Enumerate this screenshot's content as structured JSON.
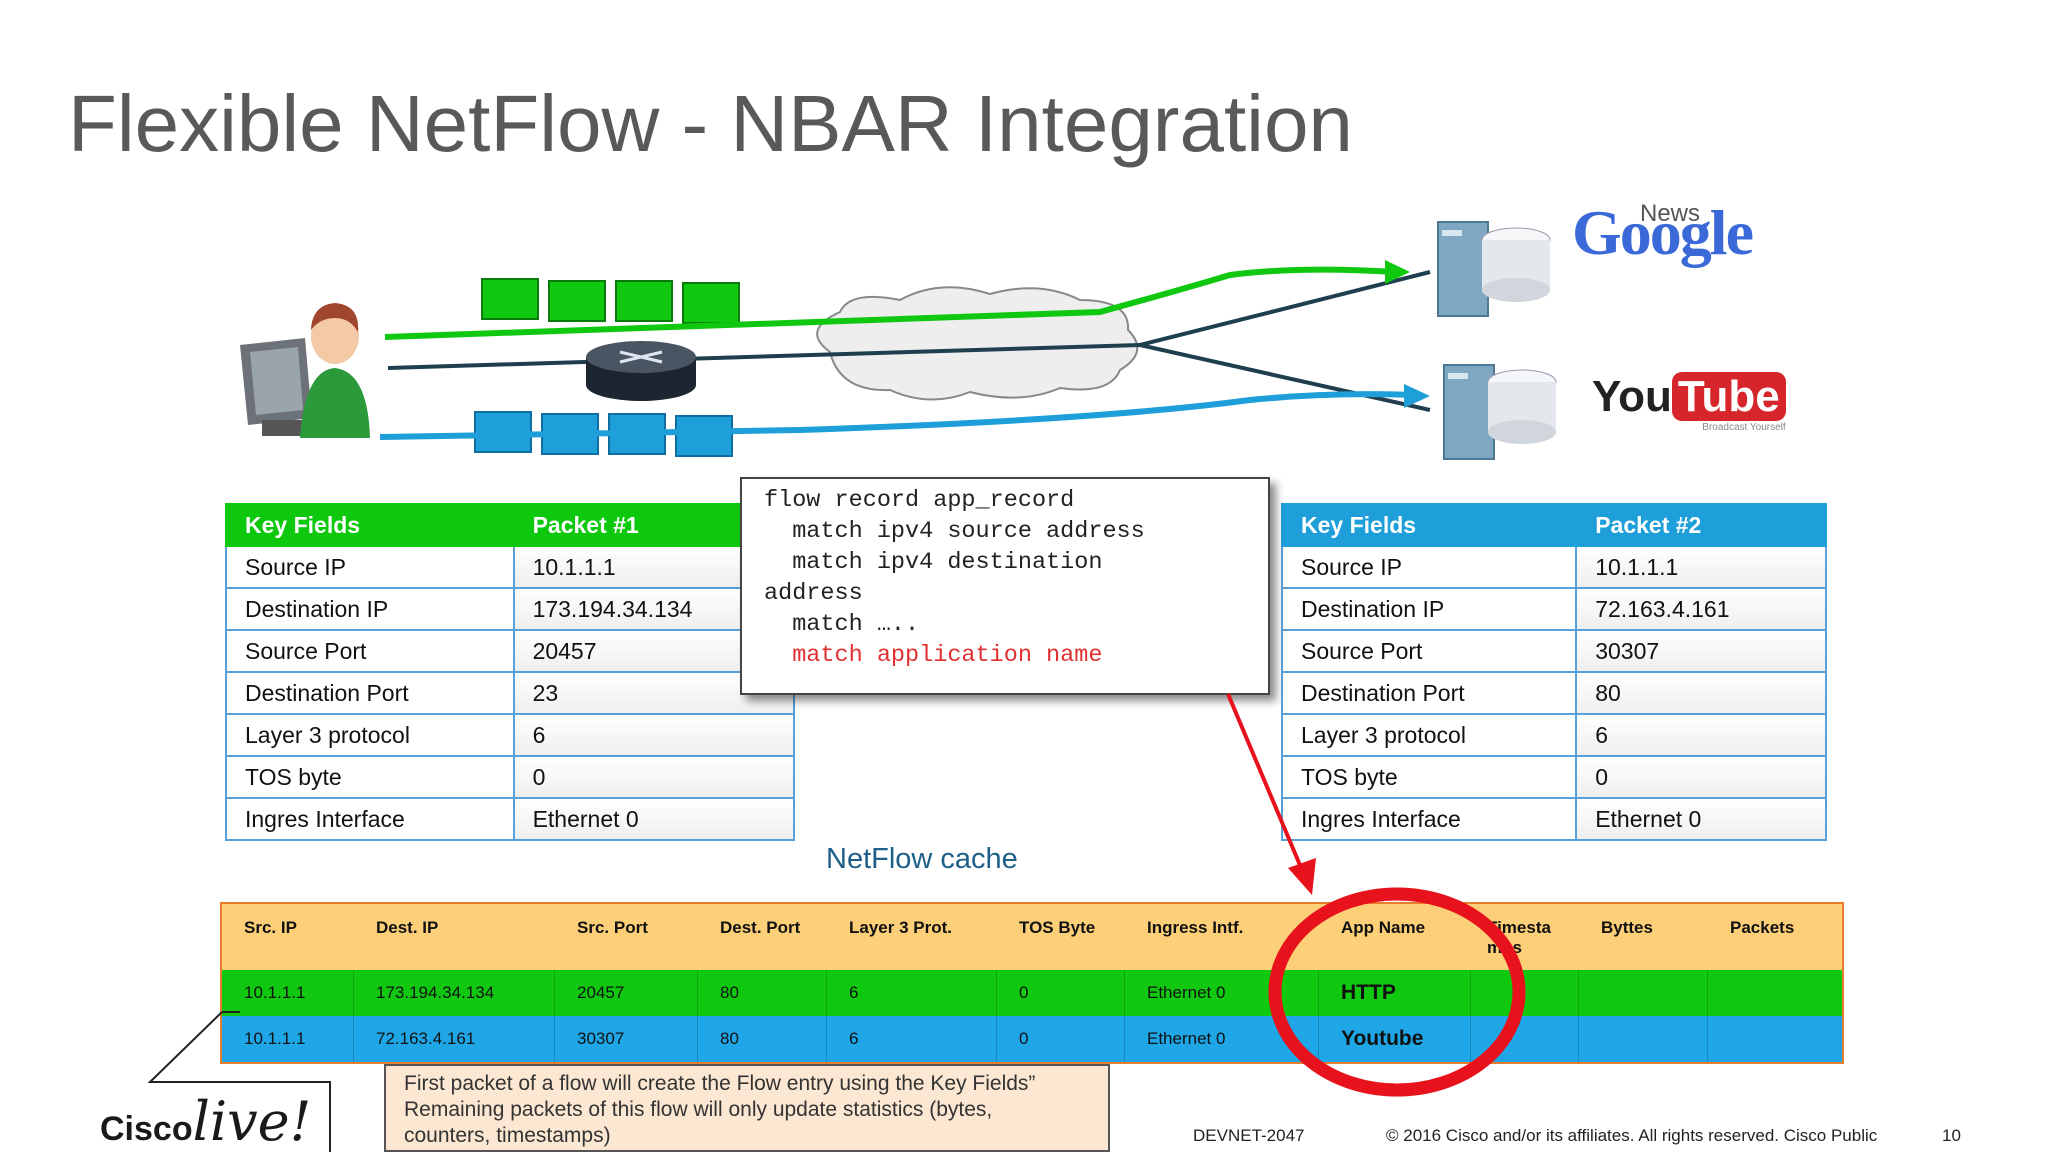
{
  "slide": {
    "title": "Flexible NetFlow - NBAR Integration",
    "cache_label": "NetFlow cache"
  },
  "logos": {
    "google_news_small": "News",
    "google": "Google",
    "youtube_you": "You",
    "youtube_tube": "Tube",
    "youtube_tagline": "Broadcast Yourself"
  },
  "key_table_1": {
    "header": [
      "Key Fields",
      "Packet #1"
    ],
    "rows": [
      [
        "Source IP",
        "10.1.1.1"
      ],
      [
        "Destination IP",
        "173.194.34.134"
      ],
      [
        "Source Port",
        "20457"
      ],
      [
        "Destination Port",
        "23"
      ],
      [
        "Layer 3 protocol",
        "6"
      ],
      [
        "TOS byte",
        "0"
      ],
      [
        "Ingres Interface",
        "Ethernet 0"
      ]
    ]
  },
  "key_table_2": {
    "header": [
      "Key Fields",
      "Packet #2"
    ],
    "rows": [
      [
        "Source IP",
        "10.1.1.1"
      ],
      [
        "Destination IP",
        "72.163.4.161"
      ],
      [
        "Source Port",
        "30307"
      ],
      [
        "Destination Port",
        "80"
      ],
      [
        "Layer 3 protocol",
        "6"
      ],
      [
        "TOS byte",
        "0"
      ],
      [
        "Ingres Interface",
        "Ethernet 0"
      ]
    ]
  },
  "code": {
    "lines": [
      "flow record app_record",
      "  match ipv4 source address",
      "  match ipv4 destination",
      "address",
      "  match …..",
      "  match application name"
    ]
  },
  "cache": {
    "headers": [
      "Src. IP",
      "Dest. IP",
      "Src. Port",
      "Dest. Port",
      "Layer 3 Prot.",
      "TOS Byte",
      "Ingress Intf.",
      "App Name",
      "Timestamps",
      "Byttes",
      "Packets"
    ],
    "rows": [
      [
        "10.1.1.1",
        "173.194.34.134",
        "20457",
        "80",
        "6",
        "0",
        "Ethernet 0",
        "HTTP",
        "",
        "",
        ""
      ],
      [
        "10.1.1.1",
        "72.163.4.161",
        "30307",
        "80",
        "6",
        "0",
        "Ethernet 0",
        "Youtube",
        "",
        "",
        ""
      ]
    ]
  },
  "note": {
    "line1": "First packet of a flow will create the Flow entry using the Key Fields”",
    "line2": "Remaining packets of this flow will only update statistics (bytes,",
    "line3": "counters, timestamps)"
  },
  "footer": {
    "logo_cisco": "Cisco",
    "logo_live": "live!",
    "session": "DEVNET-2047",
    "copyright": "© 2016  Cisco and/or its affiliates. All rights reserved.   Cisco Public",
    "page": "10"
  },
  "colors": {
    "green": "#0ec80e",
    "blue": "#1e9fd9",
    "cache_header": "#fccf78",
    "highlight": "#e8121c"
  }
}
